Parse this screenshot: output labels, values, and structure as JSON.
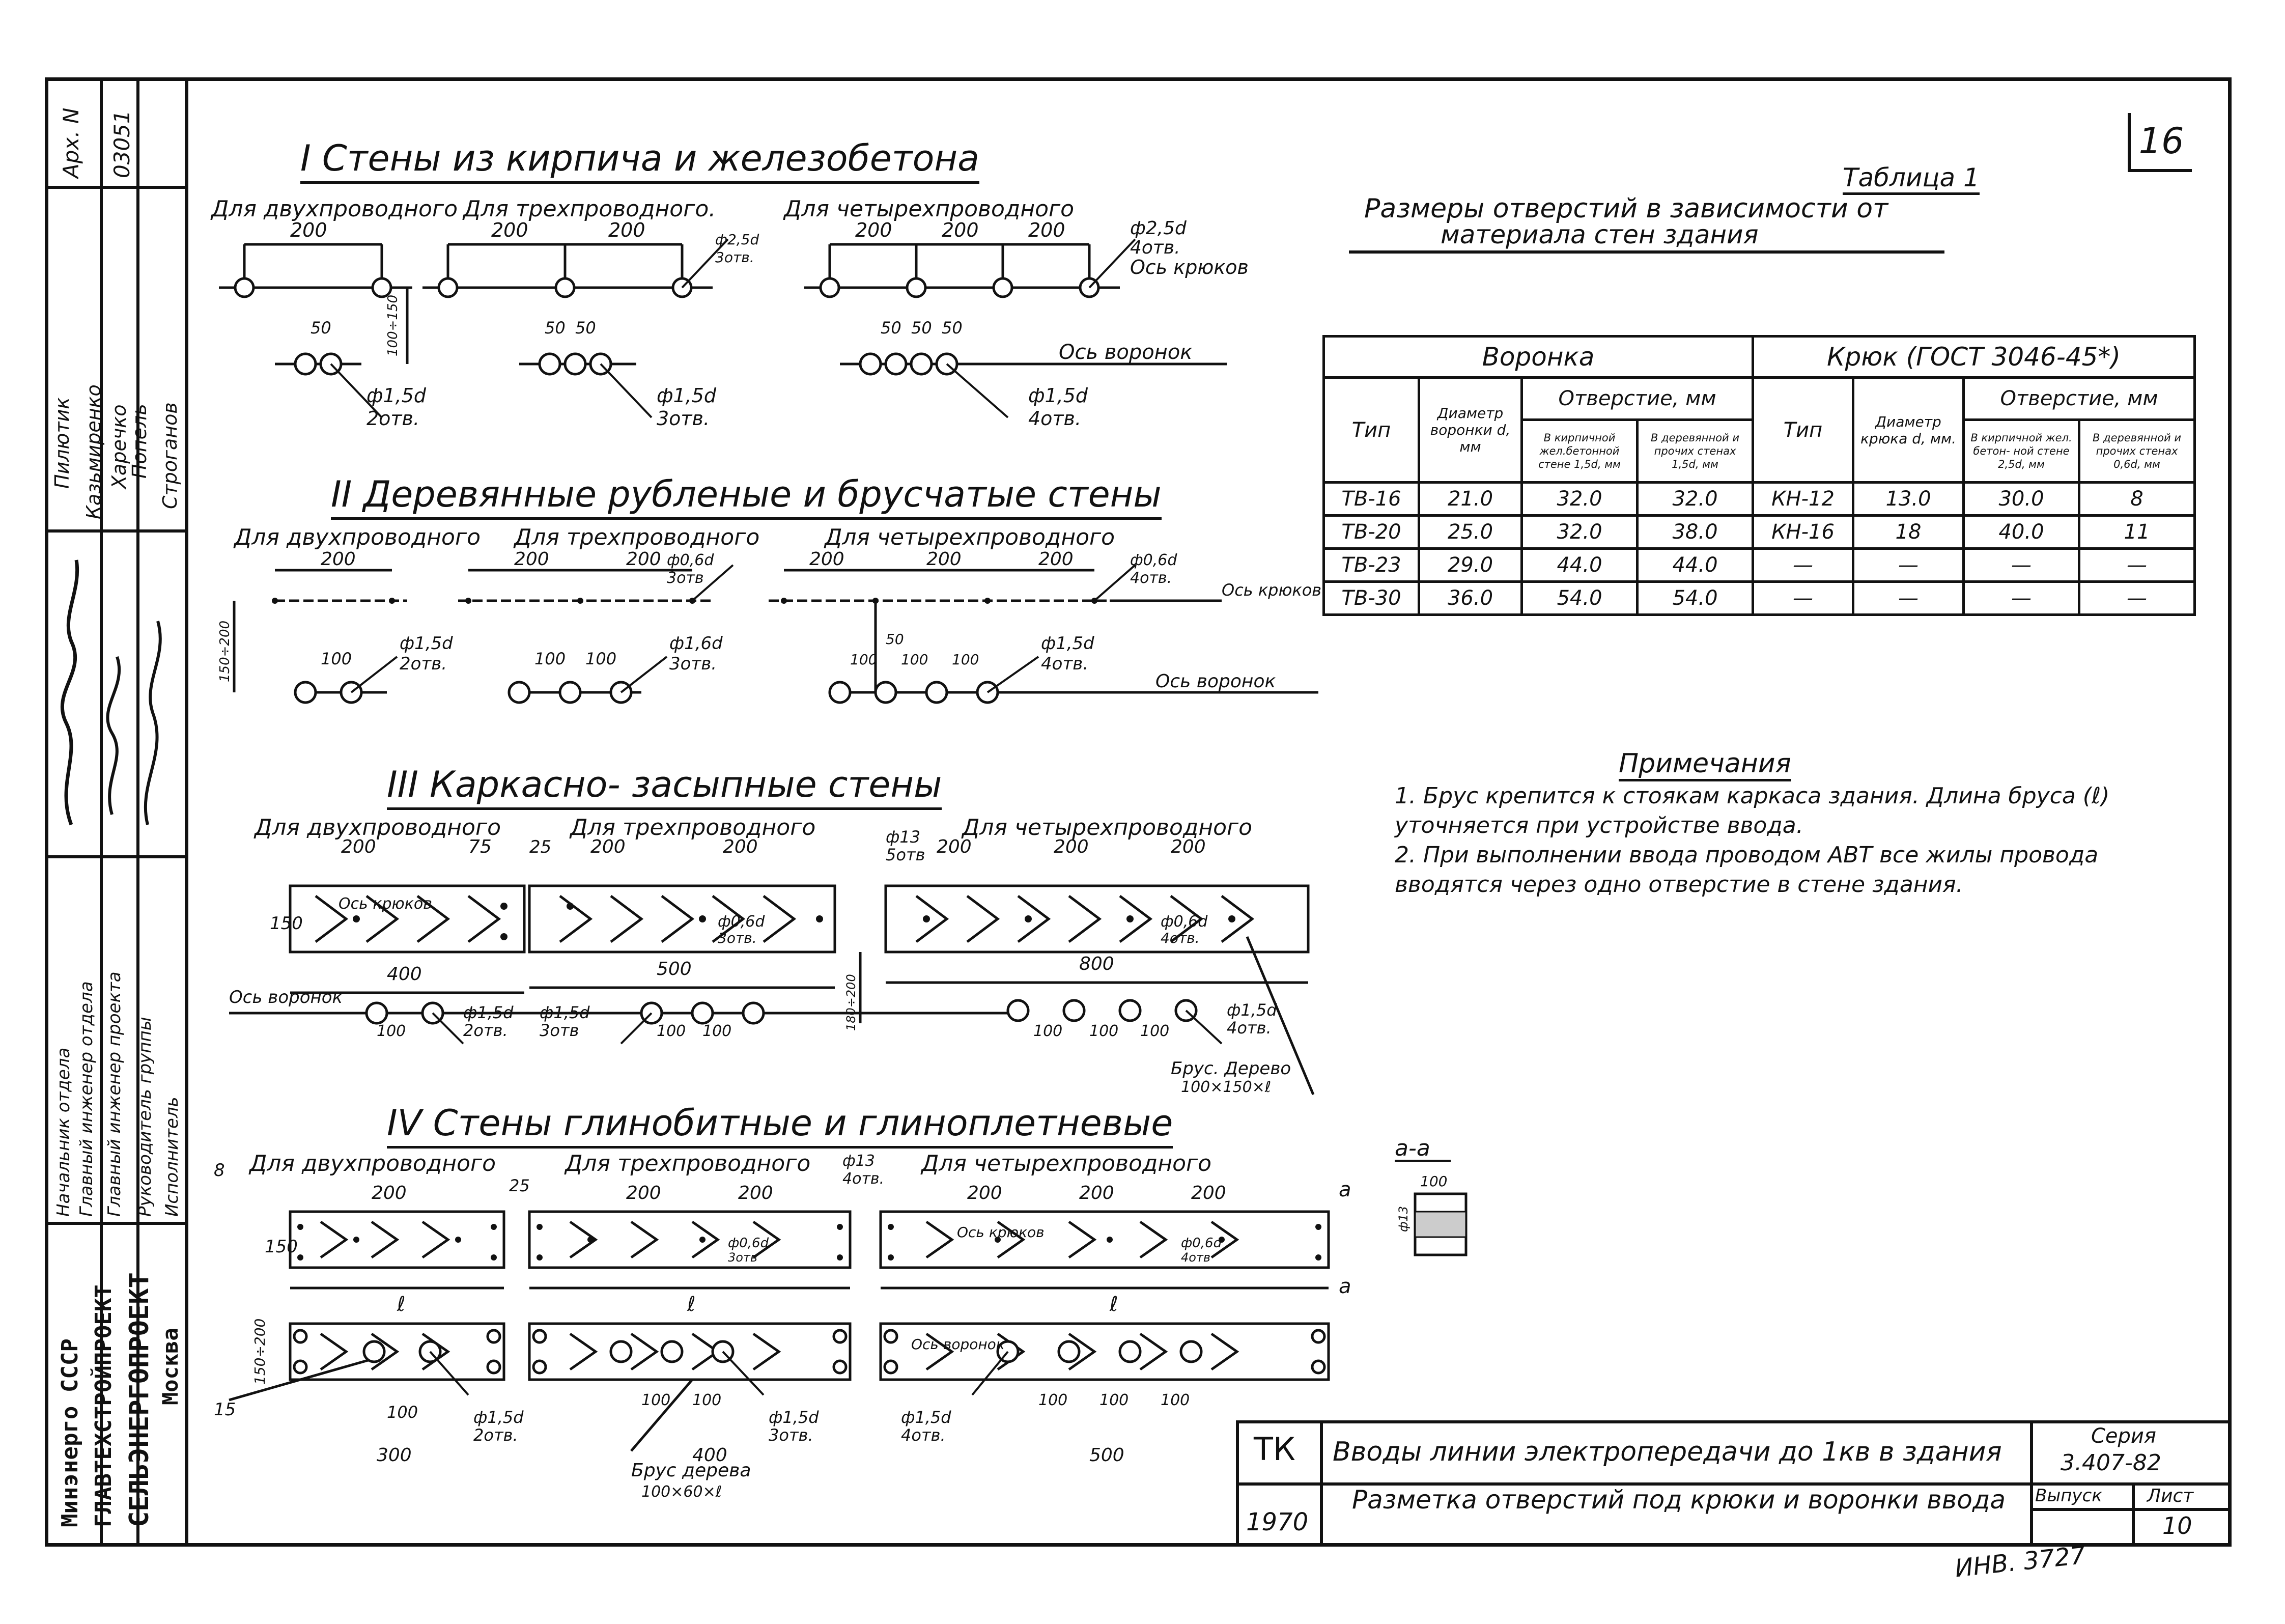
{
  "sheet": {
    "page_number": "16",
    "archive_label": "Арх. N",
    "archive_number": "03051",
    "inventory_stamp": "ИНВ. 3727"
  },
  "stamp": {
    "org_lines": [
      "Минэнерго СССР",
      "ГЛАВТЕХСТРОЙПРОЕКТ",
      "СЕЛЬЭНЕРГОПРОЕКТ",
      "Москва"
    ],
    "roles": [
      "Начальник отдела",
      "Главный инженер отдела",
      "Главный инженер проекта",
      "Руководитель группы",
      "Исполнитель"
    ],
    "names": [
      "Пилютик",
      "Казьмиренко",
      "Харечко",
      "Попель",
      "Строганов"
    ]
  },
  "sections": {
    "s1": {
      "title": "I Стены из кирпича и железобетона",
      "two": "Для двухпроводного",
      "three": "Для трехпроводного.",
      "four": "Для четырехпроводного",
      "hook_hole": "ф2,5d",
      "hook_hole_count": "4отв.",
      "hook_axis": "Ось крюков",
      "funnel_axis": "Ось воронок",
      "small_hole": "ф1,5d",
      "h2": "2отв.",
      "h3": "3отв.",
      "h4": "4отв.",
      "spacing_label": "100÷150",
      "side_label": "ф2,5d",
      "side_count": "3отв."
    },
    "s2": {
      "title": "II Деревянные рубленые и брусчатые стены",
      "two": "Для двухпроводного",
      "three": "Для трехпроводного",
      "four": "Для четырехпроводного",
      "mid_hole": "ф0,6d",
      "mid_count": "3отв",
      "right_hole": "ф0,6d",
      "right_count": "4отв.",
      "hook_axis": "Ось крюков",
      "funnel_axis": "Ось воронок",
      "h2": "ф1,5d",
      "h2c": "2отв.",
      "h3": "ф1,6d",
      "h3c": "3отв.",
      "h4": "ф1,5d",
      "h4c": "4отв.",
      "vertical_span": "150÷200"
    },
    "s3": {
      "title": "III Каркасно- засыпные стены",
      "two": "Для двухпроводного",
      "three": "Для трехпроводного",
      "four": "Для четырехпроводного",
      "beam_hole": "ф13",
      "beam_count": "5отв",
      "hook_axis": "Ось крюков",
      "funnel_axis": "Ось воронок",
      "mid_hole": "ф0,6d",
      "mid_count": "3отв.",
      "right_hole": "ф0,6d",
      "right_count": "4отв.",
      "len1": "400",
      "len2": "500",
      "len3": "800",
      "h2": "ф1,5d",
      "h2c": "2отв.",
      "h3": "ф1,5d",
      "h3c": "3отв",
      "h4": "ф1,5d",
      "h4c": "4отв.",
      "beam_name": "Брус. Дерево",
      "beam_size": "100×150×ℓ",
      "side_25": "25",
      "side_75": "75",
      "height_150": "150",
      "vertical_span": "180÷200"
    },
    "s4": {
      "title": "IV Стены глинобитные и глиноплетневые",
      "two": "Для двухпроводного",
      "three": "Для трехпроводного",
      "four": "Для четырехпроводного",
      "hole": "ф13",
      "hole_count": "4отв.",
      "hook_axis": "Ось крюков",
      "funnel_axis": "Ось воронок",
      "mid_hole": "ф0,6d",
      "mid_count": "3отв",
      "right_hole": "ф0,6d",
      "right_count": "4отв",
      "length_sym": "ℓ",
      "len1": "300",
      "len2": "400",
      "len3": "500",
      "h2": "ф1,5d",
      "h2c": "2отв.",
      "h3": "ф1,5d",
      "h3c": "3отв.",
      "h4": "ф1,5d",
      "h4c": "4отв.",
      "beam_name": "Брус дерева",
      "beam_size": "100×60×ℓ",
      "mark_8": "8",
      "mark_15": "15",
      "mark_25": "25",
      "height_150": "150",
      "vertical_span": "150÷200",
      "section_mark": "а",
      "section_label": "а-а",
      "section_width": "100",
      "section_height": "ф13"
    },
    "spacings": {
      "s200": "200",
      "s100": "100",
      "s50": "50"
    }
  },
  "table": {
    "caption": "Таблица 1",
    "title_line1": "Размеры отверстий в зависимости от",
    "title_line2": "материала стен здания",
    "group_funnel": "Воронка",
    "group_hook": "Крюк (ГОСТ 3046-45*)",
    "col_type": "Тип",
    "col_funnel_diam": "Диаметр воронки d, мм",
    "col_hole_mm": "Отверстие, мм",
    "col_brick": "В кирпичной жел.бетонной стене 1,5d, мм",
    "col_wood": "В деревянной и прочих стенах 1,5d, мм",
    "col_hook_type": "Тип",
    "col_hook_diam": "Диаметр крюка d, мм.",
    "col_hole_mm2": "Отверстие, мм",
    "col_brick2": "В кирпичной жел. бетон- ной стене 2,5d, мм",
    "col_wood2": "В деревянной и прочих стенах 0,6d, мм",
    "rows": [
      [
        "ТВ-16",
        "21.0",
        "32.0",
        "32.0",
        "КН-12",
        "13.0",
        "30.0",
        "8"
      ],
      [
        "ТВ-20",
        "25.0",
        "32.0",
        "38.0",
        "КН-16",
        "18",
        "40.0",
        "11"
      ],
      [
        "ТВ-23",
        "29.0",
        "44.0",
        "44.0",
        "—",
        "—",
        "—",
        "—"
      ],
      [
        "ТВ-30",
        "36.0",
        "54.0",
        "54.0",
        "—",
        "—",
        "—",
        "—"
      ]
    ]
  },
  "notes": {
    "title": "Примечания",
    "items": [
      "1. Брус крепится к стоякам каркаса здания. Длина бруса (ℓ) уточняется при устройстве ввода.",
      "2. При выполнении ввода проводом АВТ все жилы провода вводятся через одно отверстие в стене здания."
    ]
  },
  "title_block": {
    "code": "ТК",
    "year": "1970",
    "title1": "Вводы линии электропередачи до 1кв в здания",
    "title2": "Разметка отверстий под крюки и воронки ввода",
    "series_label": "Серия",
    "series": "3.407-82",
    "issue_label": "Выпуск",
    "sheet_label": "Лист",
    "sheet": "10"
  }
}
